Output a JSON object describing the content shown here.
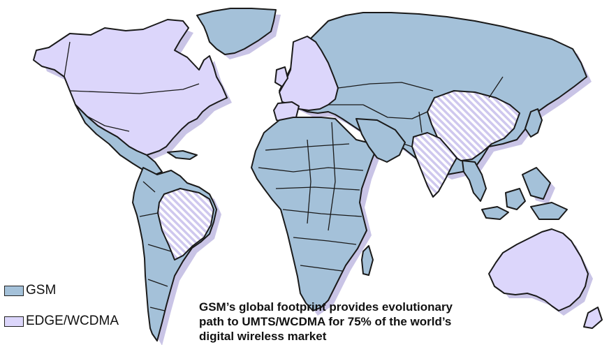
{
  "colors": {
    "gsm": "#a4c1d9",
    "edge_wcdma": "#dcd6fb",
    "mixed_stripe": "#cfc8ee",
    "shadow": "#c9c4e6",
    "outline": "#1a1a1a"
  },
  "legend": {
    "items": [
      {
        "label": "GSM",
        "color": "#a4c1d9"
      },
      {
        "label": "EDGE/WCDMA",
        "color": "#dcd6fb"
      }
    ]
  },
  "caption": {
    "line1": "GSM’s global footprint provides evolutionary",
    "line2": "path to UMTS/WCDMA for 75% of the world’s",
    "line3": "digital wireless market"
  }
}
